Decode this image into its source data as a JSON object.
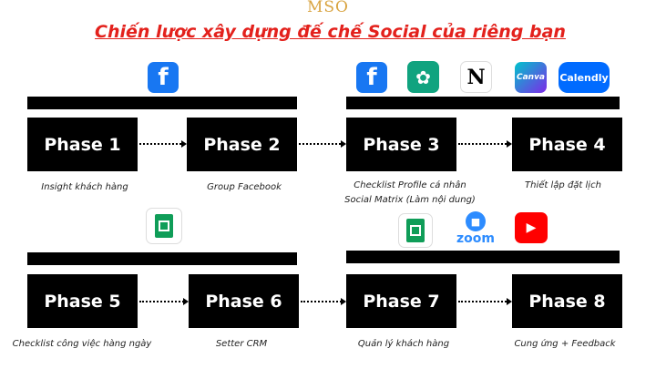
{
  "logo": {
    "text": "MSO"
  },
  "title": "Chiến lược xây dựng đế chế Social của riêng bạn",
  "phases": [
    {
      "label": "Phase 1",
      "caption": "Insight khách hàng"
    },
    {
      "label": "Phase 2",
      "caption": "Group Facebook"
    },
    {
      "label": "Phase 3",
      "caption": "Checklist Profile cá nhân",
      "caption2": "Social Matrix (Làm nội dung)"
    },
    {
      "label": "Phase 4",
      "caption": "Thiết lập đặt lịch"
    },
    {
      "label": "Phase 5",
      "caption": "Checklist công việc hàng ngày"
    },
    {
      "label": "Phase 6",
      "caption": "Setter CRM"
    },
    {
      "label": "Phase 7",
      "caption": "Quản lý khách hàng"
    },
    {
      "label": "Phase 8",
      "caption": "Cung ứng + Feedback"
    }
  ],
  "icons": {
    "facebook": "f",
    "notion": "N",
    "canva": "Canva",
    "calendly": "Calendly",
    "zoom": "zoom"
  },
  "colors": {
    "title": "#e3211c",
    "facebook": "#1877f2",
    "sheets": "#0f9d58",
    "youtube": "#ff0000",
    "zoom": "#2d8cff"
  }
}
